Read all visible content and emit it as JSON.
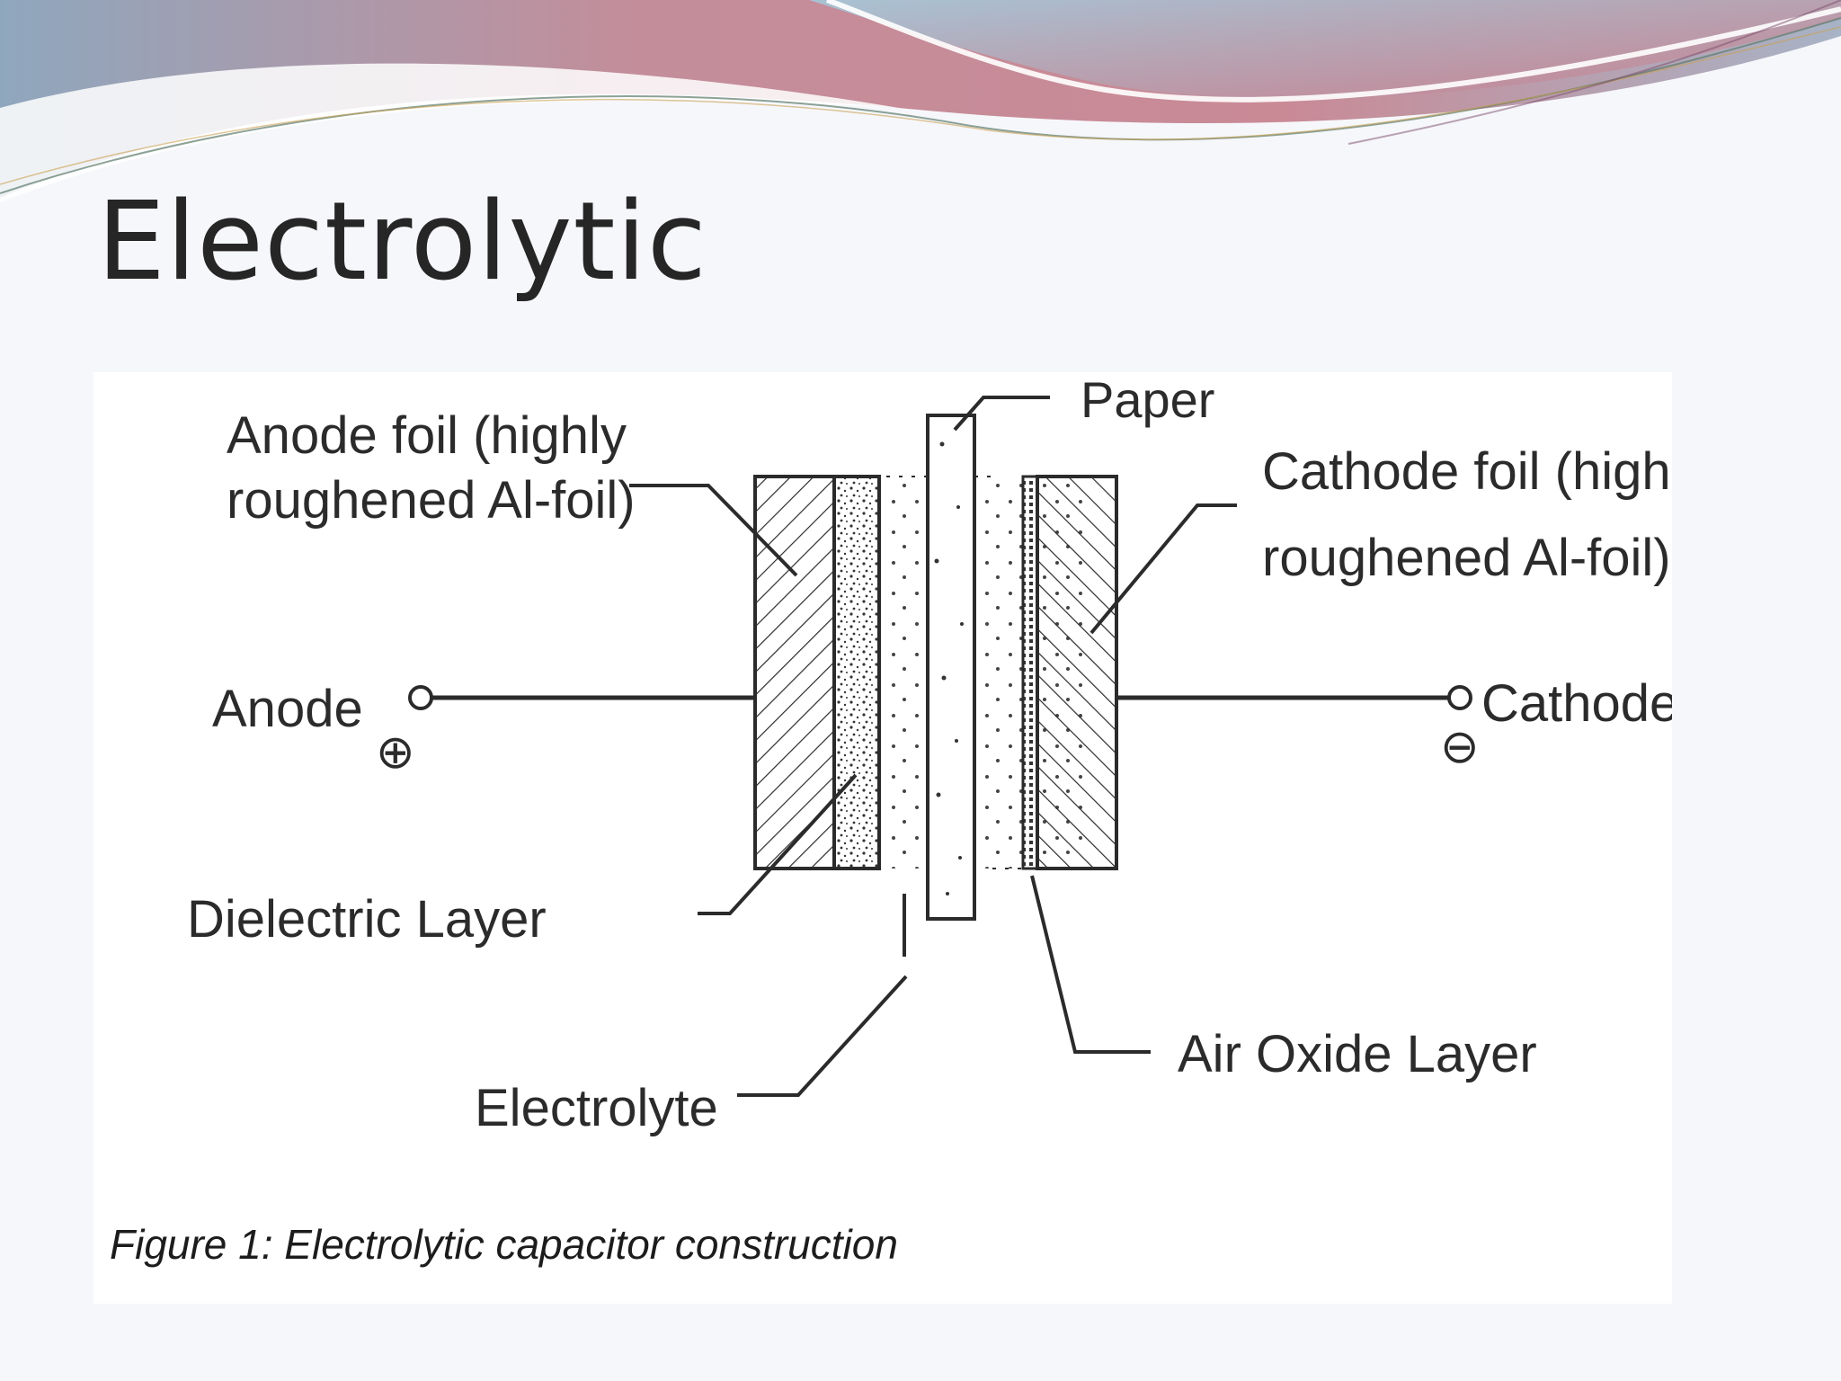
{
  "slide": {
    "title": "Electrolytic"
  },
  "diagram": {
    "labels": {
      "paper": "Paper",
      "anode_foil_line1": "Anode foil (highly",
      "anode_foil_line2": "roughened Al-foil)",
      "cathode_foil_line1": "Cathode foil (highly",
      "cathode_foil_line2": "roughened Al-foil)",
      "anode": "Anode",
      "cathode": "Cathode",
      "dielectric_layer": "Dielectric Layer",
      "air_oxide_layer": "Air Oxide Layer",
      "electrolyte": "Electrolyte",
      "plus_symbol": "⊕",
      "minus_symbol": "⊖"
    },
    "caption": "Figure 1: Electrolytic capacitor construction"
  },
  "colors": {
    "banner_pink": "#c98a96",
    "banner_blue": "#9fb6c8",
    "line": "#2b2b2b",
    "title": "#262626"
  }
}
